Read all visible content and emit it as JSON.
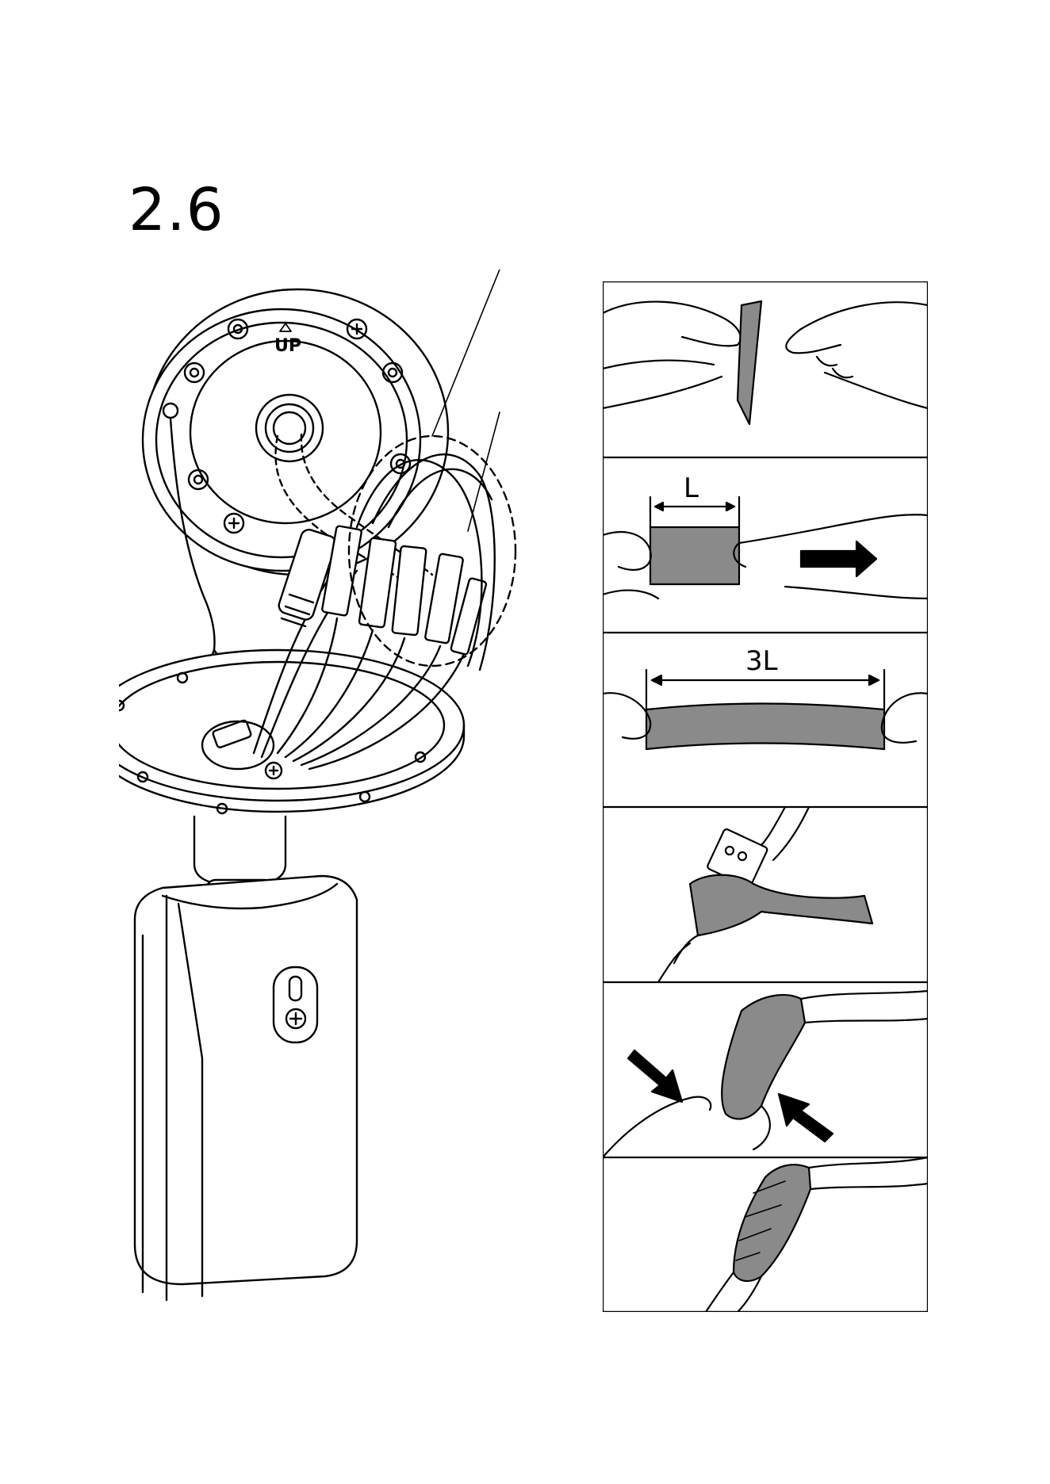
{
  "step": {
    "number": "2.6"
  },
  "mount": {
    "up_label": "UP"
  },
  "tape_steps": {
    "panel_2": {
      "length_label": "L"
    },
    "panel_3": {
      "length_label": "3L"
    }
  },
  "colors": {
    "tape": "#8a8a8a",
    "line": "#000000",
    "background": "#ffffff"
  },
  "icons": [
    "screw-icon",
    "arrow-right-icon",
    "arrow-pointer-icon"
  ]
}
